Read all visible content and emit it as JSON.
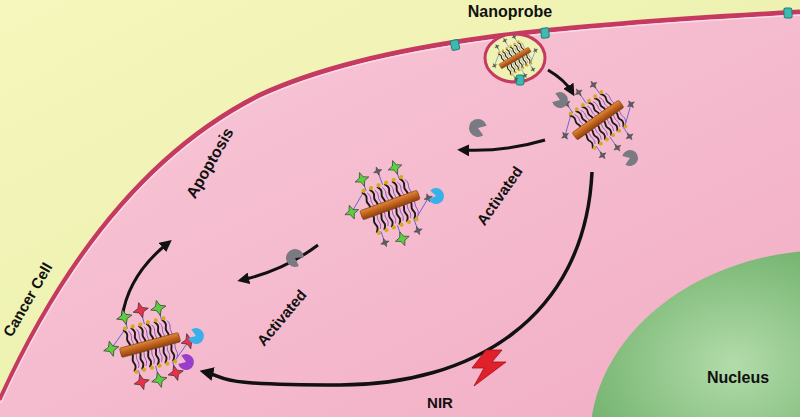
{
  "diagram": {
    "nodes": [
      {
        "text": [
          "Cancer Cell"
        ]
      },
      {
        "text": [
          "Nucleus"
        ],
        "in": 0
      }
    ],
    "labels": [
      "Nanoprobe",
      "Apoptosis",
      "Activated",
      "Activated",
      "NIR"
    ]
  }
}
